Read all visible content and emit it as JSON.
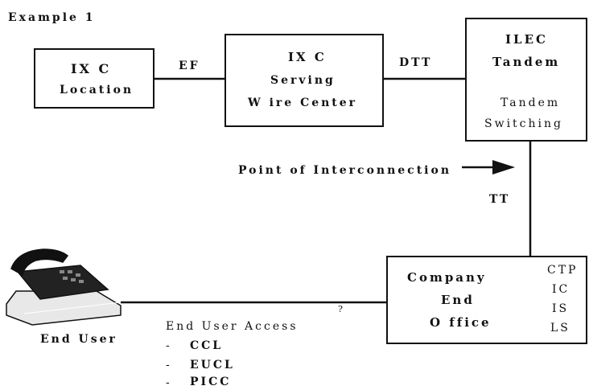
{
  "title": "Example 1",
  "nodes": {
    "ixc_location": [
      "IX C",
      "Location"
    ],
    "ixc_serving": [
      "IX C",
      "Serving",
      "W ire Center"
    ],
    "ilec_tandem": [
      "ILEC",
      "Tandem"
    ],
    "ilec_tandem_sub": [
      "Tandem",
      "Switching"
    ],
    "company_end_office": [
      "Company",
      "End",
      "O ffice"
    ],
    "end_office_codes": [
      "CTP",
      "IC",
      "IS",
      "LS"
    ],
    "end_user": "End User"
  },
  "links": {
    "ef": "EF",
    "dtt": "DTT",
    "tt": "TT",
    "poi": "Point of Interconnection",
    "question": "?"
  },
  "end_user_access": {
    "heading": "End User Access",
    "items": [
      "CCL",
      "EUCL",
      "PICC"
    ],
    "bullet": "-"
  },
  "icons": {
    "telephone": "telephone-icon",
    "arrow": "arrow-right-icon"
  }
}
